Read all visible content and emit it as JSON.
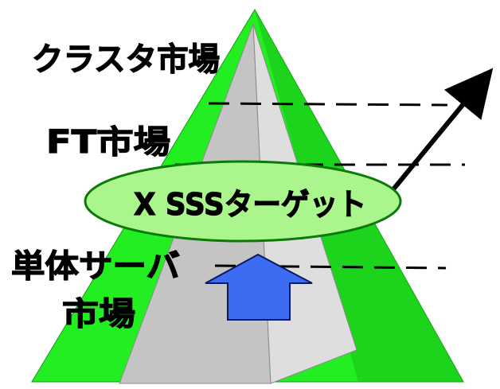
{
  "labels": {
    "cluster_market": "クラスタ市場",
    "ft_market": "FT市場",
    "single_server_line1": "単体サーバ",
    "single_server_line2": "市場",
    "target": "X SSSターゲット"
  },
  "colors": {
    "pyramid_green": "#22EE22",
    "pyramid_green_dark": "#16C016",
    "inner_gray": "#C4C4C4",
    "inner_gray_light": "#DEDEDE",
    "ellipse_fill": "#AAF58C",
    "ellipse_stroke": "#0A7A0A",
    "up_arrow_fill": "#3B6CF2",
    "up_arrow_stroke": "#0A1A60",
    "line_color": "#000000"
  },
  "icons": {
    "up_arrow": "up-arrow-icon",
    "growth_arrow": "diagonal-arrow-icon"
  }
}
